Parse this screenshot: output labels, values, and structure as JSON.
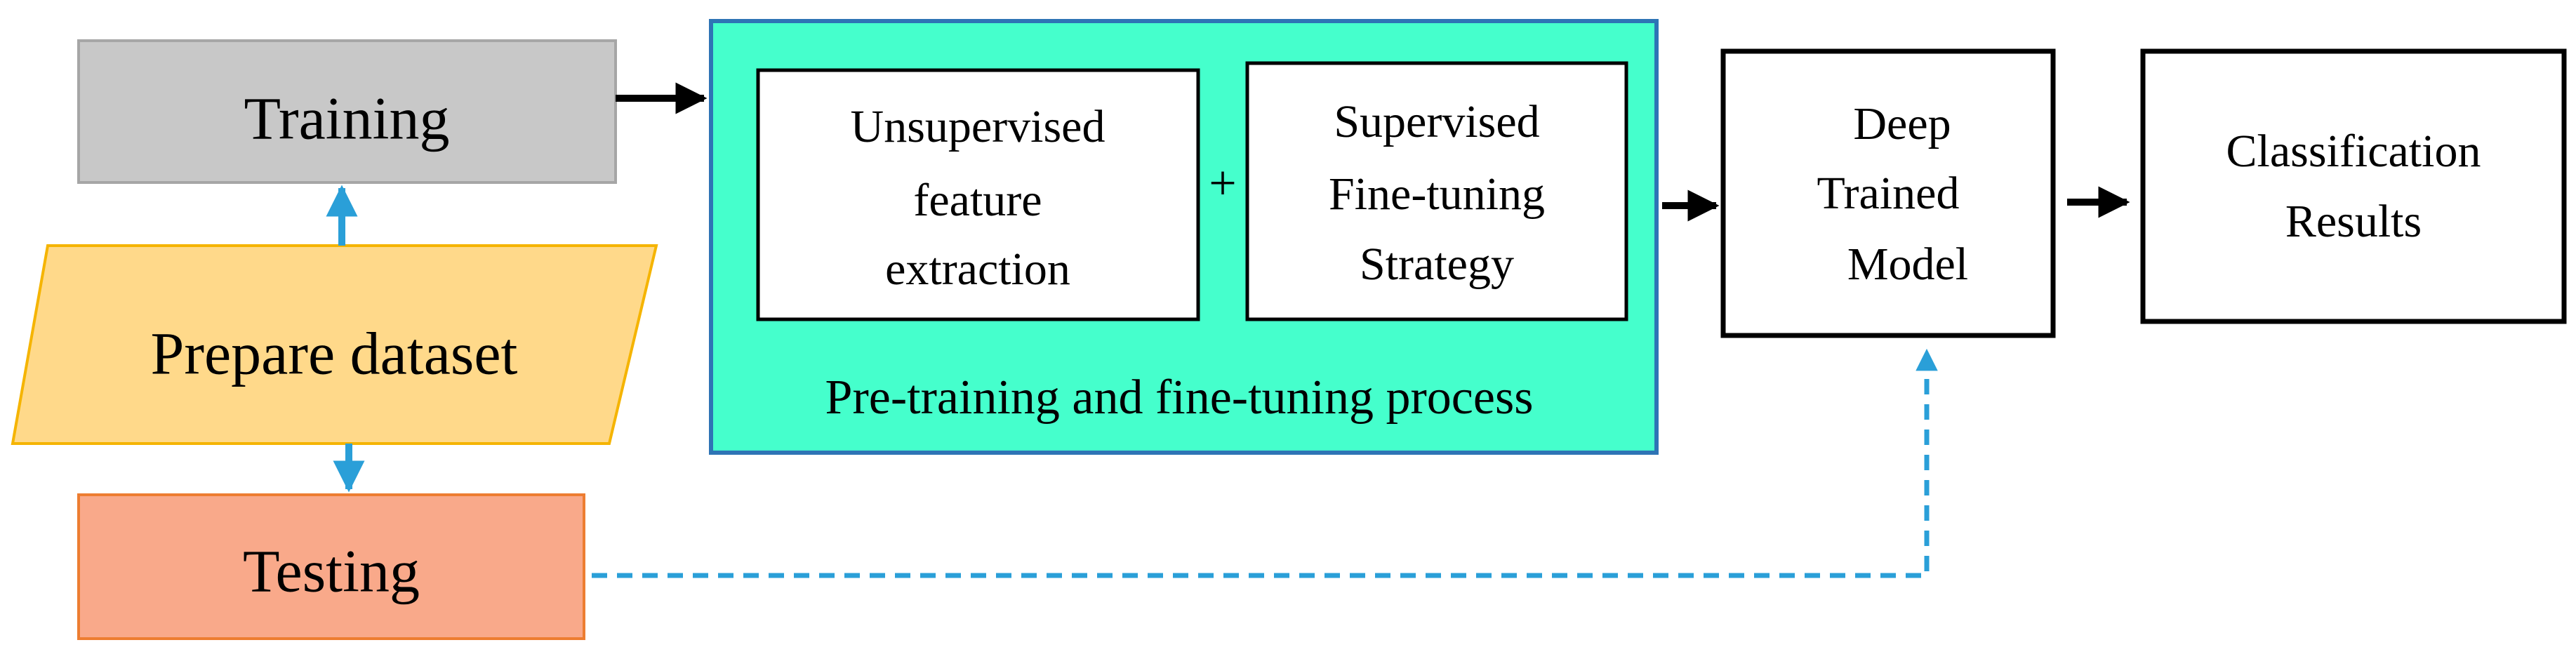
{
  "nodes": {
    "training": {
      "label": "Training",
      "fill": "#c8c8c8",
      "border": "#a6a6a6"
    },
    "prepare_dataset": {
      "label": "Prepare dataset",
      "fill": "#ffd98a",
      "border": "#f5b400"
    },
    "testing": {
      "label": "Testing",
      "fill": "#f9a98a",
      "border": "#ed7d31"
    },
    "pretrain_group": {
      "label": "Pre-training and fine-tuning process",
      "fill": "#45ffcc",
      "border": "#2e74b5",
      "unsupervised": {
        "lines": [
          "Unsupervised",
          "feature",
          "extraction"
        ]
      },
      "plus": "+",
      "supervised": {
        "lines": [
          "Supervised",
          "Fine-tuning",
          "Strategy"
        ]
      }
    },
    "deep_trained_model": {
      "lines": [
        "Deep",
        "Trained",
        "Model"
      ]
    },
    "classification_results": {
      "lines": [
        "Classification",
        "Results"
      ]
    }
  },
  "colors": {
    "arrow_dark": "#000000",
    "arrow_blue": "#2a9fd8"
  }
}
